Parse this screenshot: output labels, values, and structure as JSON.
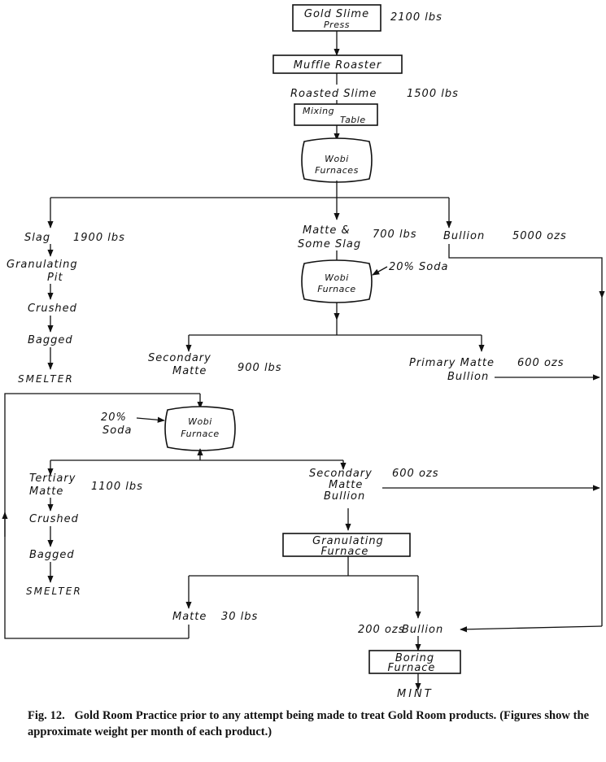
{
  "nodes": {
    "gold_slime_press": {
      "line1": "Gold Slime",
      "line2": "Press",
      "qty": "2100 lbs"
    },
    "muffle_roaster": {
      "label": "Muffle Roaster"
    },
    "roasted_slime": {
      "label": "Roasted Slime",
      "qty": "1500 lbs"
    },
    "mixing_table": {
      "line1": "Mixing",
      "line2": "Table"
    },
    "wobi_furnaces": {
      "line1": "Wobi",
      "line2": "Furnaces"
    },
    "slag": {
      "label": "Slag",
      "qty": "1900 lbs"
    },
    "granulating_pit": {
      "line1": "Granulating",
      "line2": "Pit"
    },
    "crushed_1": {
      "label": "Crushed"
    },
    "bagged_1": {
      "label": "Bagged"
    },
    "smelter_1": {
      "label": "SMELTER"
    },
    "matte_slag": {
      "line1": "Matte &",
      "line2": "Some Slag",
      "qty": "700 lbs"
    },
    "bullion_main": {
      "label": "Bullion",
      "qty": "5000 ozs"
    },
    "wobi_furnace_2": {
      "line1": "Wobi",
      "line2": "Furnace",
      "additive": "20% Soda"
    },
    "secondary_matte": {
      "line1": "Secondary",
      "line2": "Matte",
      "qty": "900 lbs"
    },
    "primary_matte_bullion": {
      "line1": "Primary Matte",
      "line2": "Bullion",
      "qty": "600 ozs"
    },
    "wobi_furnace_3": {
      "line1": "Wobi",
      "line2": "Furnace",
      "additive_line1": "20%",
      "additive_line2": "Soda"
    },
    "tertiary_matte": {
      "line1": "Tertiary",
      "line2": "Matte",
      "qty": "1100 lbs"
    },
    "crushed_2": {
      "label": "Crushed"
    },
    "bagged_2": {
      "label": "Bagged"
    },
    "smelter_2": {
      "label": "SMELTER"
    },
    "secondary_matte_bullion": {
      "line1": "Secondary",
      "line2": "Matte",
      "line3": "Bullion",
      "qty": "600 ozs"
    },
    "granulating_furnace": {
      "line1": "Granulating",
      "line2": "Furnace"
    },
    "matte_small": {
      "label": "Matte",
      "qty": "30 lbs"
    },
    "bullion_200": {
      "qty": "200 ozs",
      "label": "Bullion"
    },
    "boring_furnace": {
      "line1": "Boring",
      "line2": "Furnace"
    },
    "mint": {
      "label": "MINT"
    }
  },
  "caption": {
    "prefix": "Fig. 12.",
    "text": "Gold Room Practice prior to any attempt being made to treat Gold Room products. (Figures show the approximate weight per month of each product.)"
  }
}
